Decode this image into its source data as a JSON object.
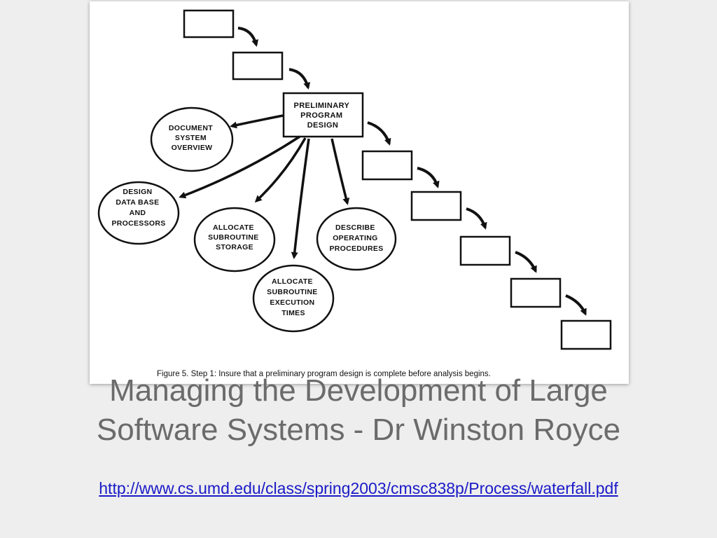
{
  "diagram": {
    "center_box": [
      "PRELIMINARY",
      "PROGRAM",
      "DESIGN"
    ],
    "ellipses": [
      {
        "id": "document-system-overview",
        "lines": [
          "DOCUMENT",
          "SYSTEM",
          "OVERVIEW"
        ]
      },
      {
        "id": "design-database-processors",
        "lines": [
          "DESIGN",
          "DATA BASE",
          "AND",
          "PROCESSORS"
        ]
      },
      {
        "id": "allocate-subroutine-storage",
        "lines": [
          "ALLOCATE",
          "SUBROUTINE",
          "STORAGE"
        ]
      },
      {
        "id": "allocate-subroutine-execution-times",
        "lines": [
          "ALLOCATE",
          "SUBROUTINE",
          "EXECUTION",
          "TIMES"
        ]
      },
      {
        "id": "describe-operating-procedures",
        "lines": [
          "DESCRIBE",
          "OPERATING",
          "PROCEDURES"
        ]
      }
    ],
    "caption": "Figure 5.  Step 1:  Insure that a preliminary program design is complete before analysis begins."
  },
  "slide": {
    "title": "Managing the Development of Large Software Systems - Dr Winston Royce",
    "link": "http://www.cs.umd.edu/class/spring2003/cmsc838p/Process/waterfall.pdf"
  }
}
